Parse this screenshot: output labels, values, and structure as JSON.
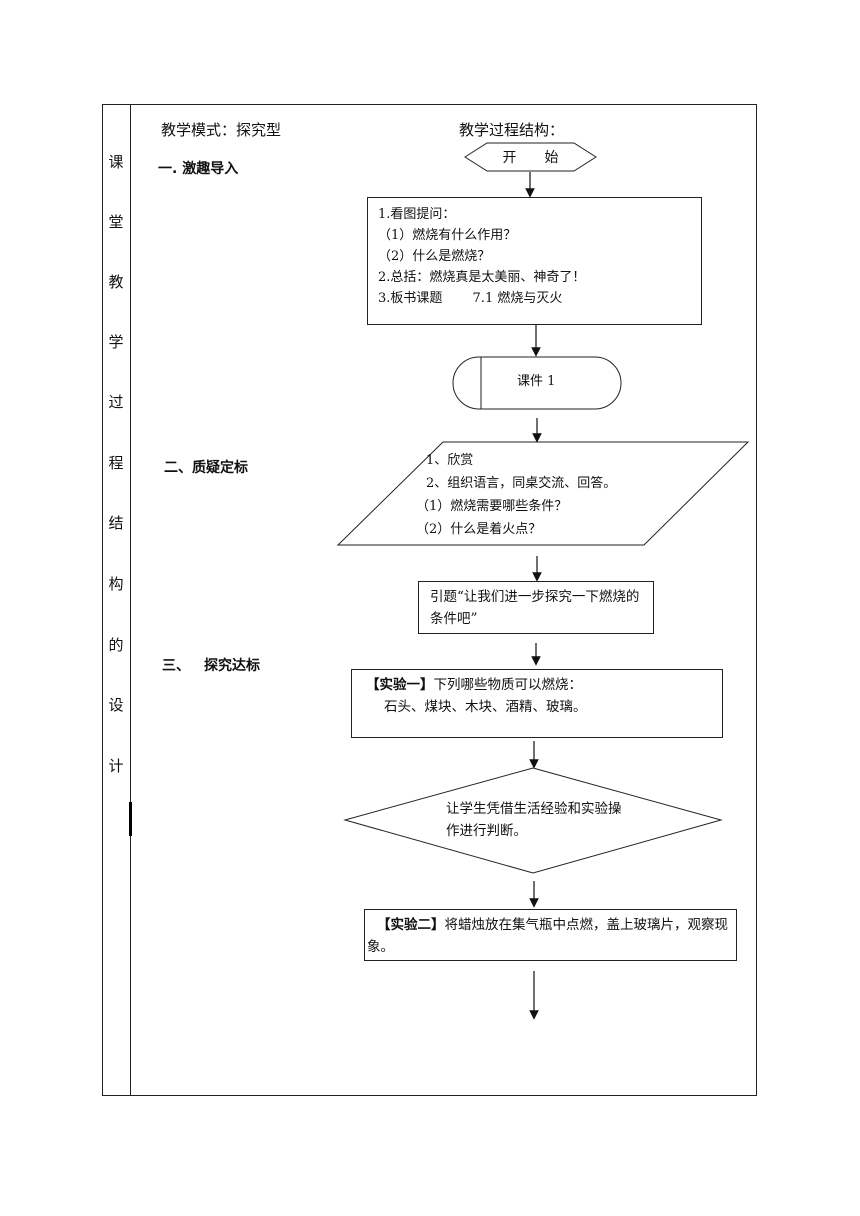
{
  "side_title": [
    "课",
    "堂",
    "教",
    "学",
    "过",
    "程",
    "结",
    "构",
    "的",
    "设",
    "计"
  ],
  "teaching_mode": "教学模式：探究型",
  "structure_title": "教学过程结构：",
  "sections": {
    "s1": "一. 激趣导入",
    "s2": "二、质疑定标",
    "s3_num": "三、",
    "s3_title": "探究达标"
  },
  "flow": {
    "start": "开　　始",
    "box1": [
      "1.看图提问：",
      "（1）燃烧有什么作用？",
      "（2）什么是燃烧？",
      "2.总括：燃烧真是太美丽、神奇了！",
      "3.板书课题　　 7.1 燃烧与灭火"
    ],
    "courseware": "课件 1",
    "para": [
      "1、欣赏",
      "2、组织语言，同桌交流、回答。",
      "（1）燃烧需要哪些条件？",
      "（2）什么是着火点？"
    ],
    "intro": "引题“让我们进一步探究一下燃烧的条件吧”",
    "exp1_tag": "【实验一】",
    "exp1_text": "下列哪些物质可以燃烧：",
    "exp1_items": "石头、煤块、木块、酒精、玻璃。",
    "diamond": "让学生凭借生活经验和实验操作进行判断。",
    "exp2_tag": "【实验二】",
    "exp2_text": "将蜡烛放在集气瓶中点燃，盖上玻璃片，观察现象。"
  }
}
